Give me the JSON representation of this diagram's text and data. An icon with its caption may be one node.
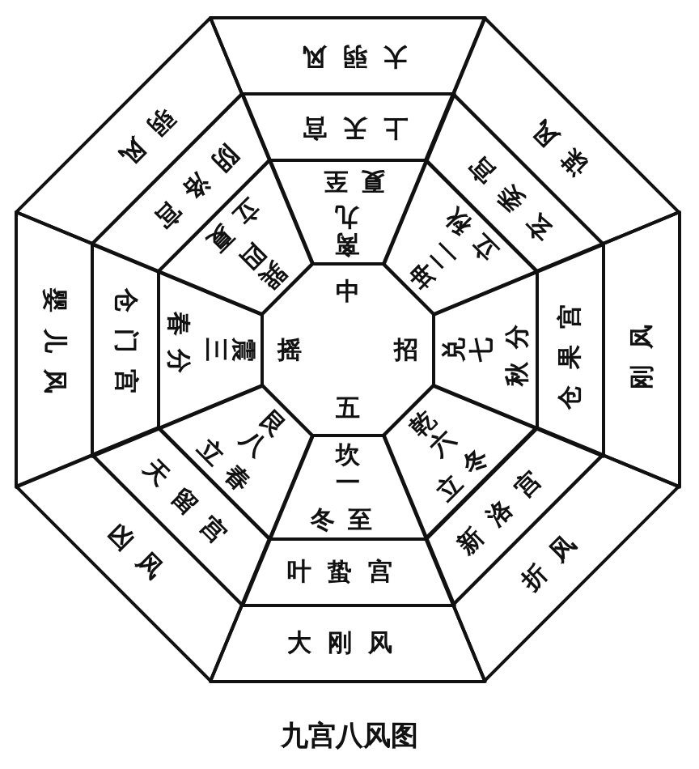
{
  "diagram": {
    "caption": "九宫八风图",
    "nodes": [
      {
        "text": [
          "中",
          "招",
          "五",
          "摇"
        ]
      },
      {
        "text": [
          "离九",
          "夏至"
        ]
      },
      {
        "text": [
          "上天宫"
        ]
      },
      {
        "text": [
          "大弱风"
        ]
      },
      {
        "text": [
          "坤二",
          "立秋"
        ]
      },
      {
        "text": [
          "玄委宫"
        ]
      },
      {
        "text": [
          "谋风"
        ]
      },
      {
        "text": [
          "兑七",
          "秋分"
        ]
      },
      {
        "text": [
          "仓果宫"
        ]
      },
      {
        "text": [
          "刚风"
        ]
      },
      {
        "text": [
          "乾六",
          "立冬"
        ]
      },
      {
        "text": [
          "新洛宫"
        ]
      },
      {
        "text": [
          "折风"
        ]
      },
      {
        "text": [
          "坎一",
          "冬至"
        ]
      },
      {
        "text": [
          "叶蛰宫"
        ]
      },
      {
        "text": [
          "大刚风"
        ]
      },
      {
        "text": [
          "艮八",
          "立春"
        ]
      },
      {
        "text": [
          "天留宫"
        ]
      },
      {
        "text": [
          "凶风"
        ]
      },
      {
        "text": [
          "震三",
          "春分"
        ]
      },
      {
        "text": [
          "仓门宫"
        ]
      },
      {
        "text": [
          "婴儿风"
        ]
      },
      {
        "text": [
          "巽四",
          "立夏"
        ]
      },
      {
        "text": [
          "阴洛宫"
        ]
      },
      {
        "text": [
          "弱风"
        ]
      }
    ]
  }
}
